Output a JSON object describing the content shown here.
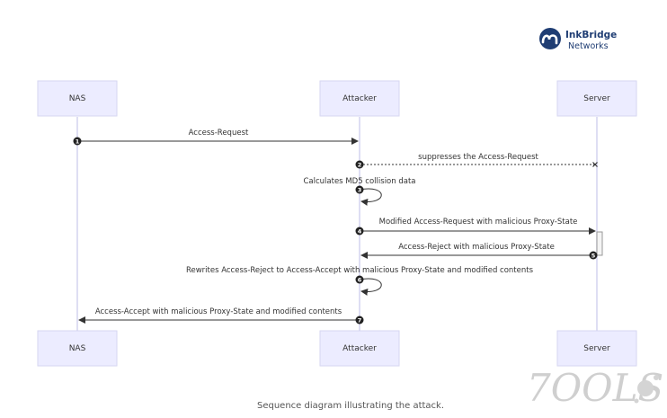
{
  "logo": {
    "name": "InkBridge",
    "sub": "Networks",
    "color": "#1f3d73"
  },
  "participants": [
    {
      "id": "nas",
      "label": "NAS"
    },
    {
      "id": "attacker",
      "label": "Attacker"
    },
    {
      "id": "server",
      "label": "Server"
    }
  ],
  "messages": [
    {
      "num": "1",
      "from": "nas",
      "to": "attacker",
      "label": "Access-Request",
      "style": "solid"
    },
    {
      "num": "2",
      "from": "attacker",
      "to": "server",
      "label": "suppresses the Access-Request",
      "style": "dotted-cross"
    },
    {
      "num": "3",
      "from": "attacker",
      "to": "attacker",
      "label": "Calculates MD5 collision data",
      "style": "self"
    },
    {
      "num": "4",
      "from": "attacker",
      "to": "server",
      "label": "Modified Access-Request with malicious Proxy-State",
      "style": "solid"
    },
    {
      "num": "5",
      "from": "server",
      "to": "attacker",
      "label": "Access-Reject with malicious Proxy-State",
      "style": "solid"
    },
    {
      "num": "6",
      "from": "attacker",
      "to": "attacker",
      "label": "Rewrites Access-Reject to Access-Accept with malicious Proxy-State and modified contents",
      "style": "self"
    },
    {
      "num": "7",
      "from": "attacker",
      "to": "nas",
      "label": "Access-Accept with malicious Proxy-State and modified contents",
      "style": "solid"
    }
  ],
  "watermark": "7OOLS",
  "caption": "Sequence diagram illustrating the attack."
}
